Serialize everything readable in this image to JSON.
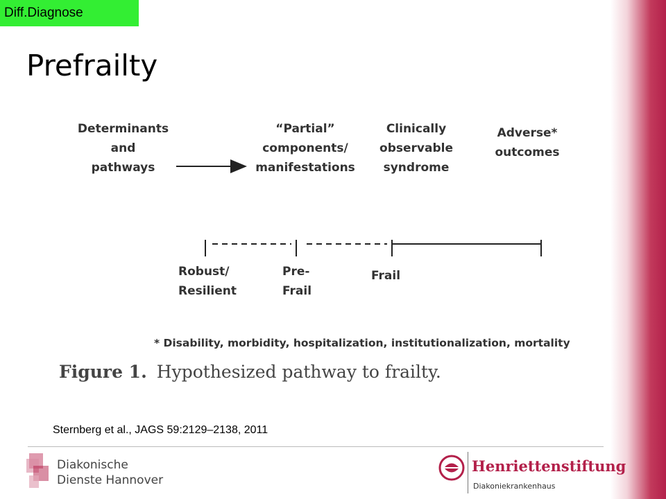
{
  "slide": {
    "tag": "Diff.Diagnose",
    "title": "Prefrailty"
  },
  "diagram": {
    "stages": [
      {
        "label": "Determinants\nand\npathways"
      },
      {
        "label": "“Partial”\ncomponents/\nmanifestations"
      },
      {
        "label": "Clinically\nobservable\nsyndrome"
      },
      {
        "label": "Adverse*\noutcomes"
      }
    ],
    "scale_labels": [
      {
        "label": "Robust/\nResilient"
      },
      {
        "label": "Pre-\nFrail"
      },
      {
        "label": "Frail"
      }
    ],
    "footnote": "* Disability, morbidity, hospitalization, institutionalization, mortality"
  },
  "figure": {
    "number": "Figure 1.",
    "caption": "Hypothesized pathway to frailty."
  },
  "citation": "Sternberg et al., JAGS 59:2129–2138, 2011",
  "footer": {
    "left_logo_text": "Diakonische\nDienste Hannover",
    "right_logo_name": "Henriettenstiftung",
    "right_logo_sub": "Diakoniekrankenhaus"
  },
  "colors": {
    "tag_bg": "#33ee33",
    "brand_red": "#b3204a"
  }
}
